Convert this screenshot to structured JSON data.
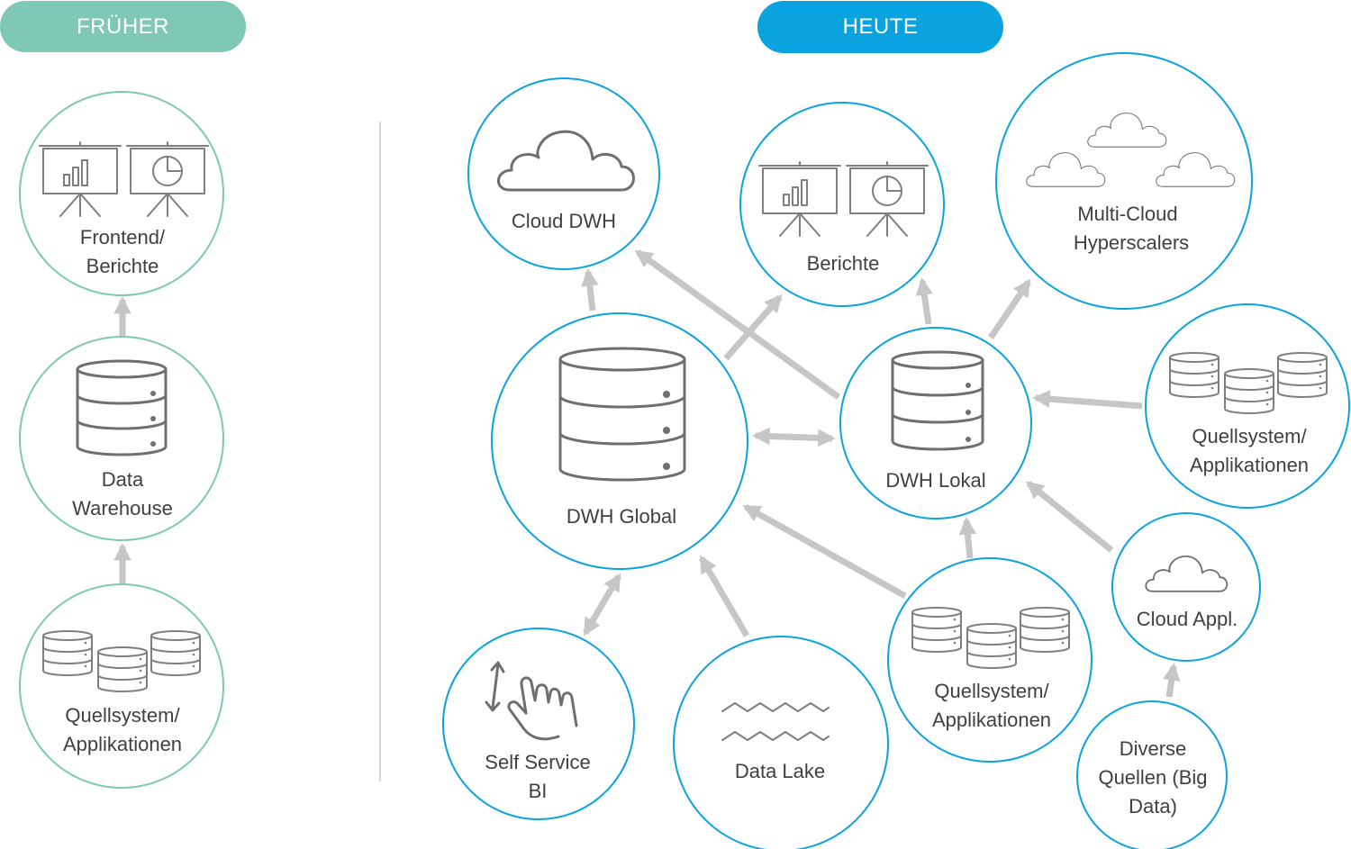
{
  "sections": {
    "past": {
      "label": "FRÜHER",
      "color": "#7ec8b5"
    },
    "today": {
      "label": "HEUTE",
      "color": "#0aa3e0"
    }
  },
  "nodes": {
    "past_frontend": {
      "lines": [
        "Frontend/",
        "Berichte"
      ],
      "icon": "presentation-boards-icon"
    },
    "past_dwh": {
      "lines": [
        "Data",
        "Warehouse"
      ],
      "icon": "database-icon"
    },
    "past_sources": {
      "lines": [
        "Quellsystem/",
        "Applikationen"
      ],
      "icon": "databases-group-icon"
    },
    "cloud_dwh": {
      "lines": [
        "Cloud DWH"
      ],
      "icon": "cloud-icon"
    },
    "reports": {
      "lines": [
        "Berichte"
      ],
      "icon": "presentation-boards-icon"
    },
    "multicloud": {
      "lines": [
        "Multi-Cloud",
        "Hyperscalers"
      ],
      "icon": "clouds-icon"
    },
    "dwh_global": {
      "lines": [
        "DWH Global"
      ],
      "icon": "database-icon"
    },
    "dwh_lokal": {
      "lines": [
        "DWH Lokal"
      ],
      "icon": "database-icon"
    },
    "sources_right": {
      "lines": [
        "Quellsystem/",
        "Applikationen"
      ],
      "icon": "databases-group-icon"
    },
    "cloud_appl": {
      "lines": [
        "Cloud Appl."
      ],
      "icon": "cloud-icon"
    },
    "sources_mid": {
      "lines": [
        "Quellsystem/",
        "Applikationen"
      ],
      "icon": "databases-group-icon"
    },
    "self_service": {
      "lines": [
        "Self Service",
        "BI"
      ],
      "icon": "touch-gesture-icon"
    },
    "data_lake": {
      "lines": [
        "Data Lake"
      ],
      "icon": "waves-icon"
    },
    "diverse": {
      "lines": [
        "Diverse",
        "Quellen (Big",
        "Data)"
      ],
      "icon": ""
    }
  },
  "colors": {
    "arrow": "#c6c6c6",
    "icon": "#7f7f7f",
    "text": "#404040",
    "divider": "#c8c8c8"
  }
}
